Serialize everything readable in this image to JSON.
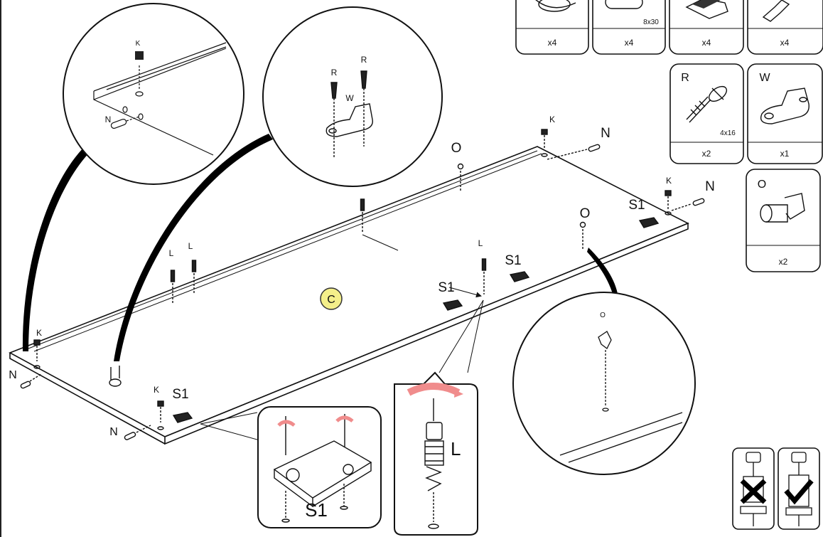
{
  "step": {
    "panel_label": "C"
  },
  "parts": [
    {
      "id": "top-1",
      "count": "x4"
    },
    {
      "id": "top-2",
      "count": "x4",
      "size": "8x30"
    },
    {
      "id": "top-3",
      "count": "x4"
    },
    {
      "id": "top-4",
      "count": "x4"
    },
    {
      "id": "R",
      "letter": "R",
      "count": "x2",
      "size": "4x16"
    },
    {
      "id": "W",
      "letter": "W",
      "count": "x1"
    },
    {
      "id": "O",
      "letter": "O",
      "count": "x2"
    }
  ],
  "callouts": {
    "K": "K",
    "N": "N",
    "O": "O",
    "L": "L",
    "S1": "S1",
    "R": "R",
    "W": "W"
  },
  "colors": {
    "accent_arrow": "#f08c8c",
    "highlight": "#f4ef8a",
    "ink": "#111111"
  }
}
